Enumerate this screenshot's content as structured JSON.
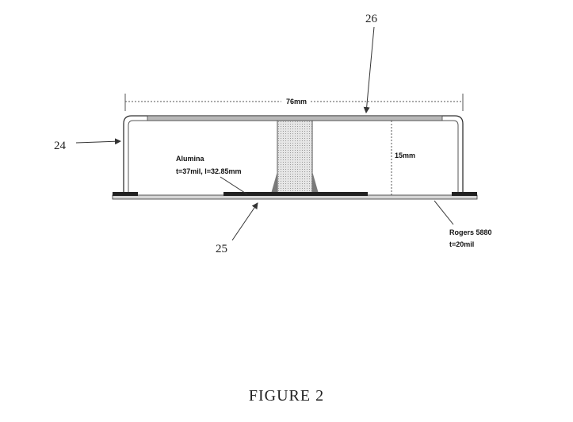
{
  "figure": {
    "caption": "FIGURE 2",
    "refs": {
      "r24": "24",
      "r25": "25",
      "r26": "26"
    },
    "labels": {
      "width": "76mm",
      "height": "15mm",
      "alumina_name": "Alumina",
      "alumina_dims": "t=37mil, l=32.85mm",
      "substrate_name": "Rogers 5880",
      "substrate_thickness": "t=20mil"
    }
  }
}
